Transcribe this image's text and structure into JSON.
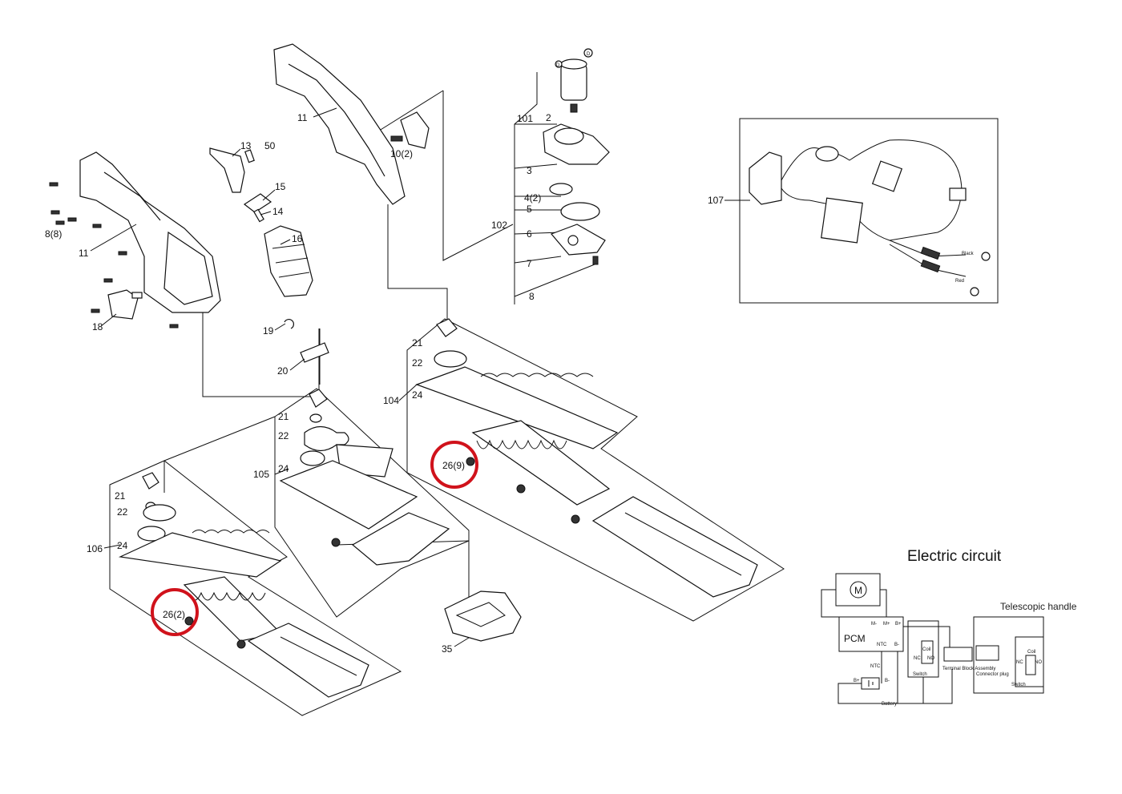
{
  "labels": {
    "p8": "8(8)",
    "p11a": "11",
    "p11b": "11",
    "p13": "13",
    "p50": "50",
    "p15": "15",
    "p14": "14",
    "p16": "16",
    "p10": "10(2)",
    "p18": "18",
    "p19": "19",
    "p20": "20",
    "pD1": "D",
    "pD2": "D",
    "p101": "101",
    "p2": "2",
    "p3": "3",
    "p4": "4(2)",
    "p5": "5",
    "p102": "102",
    "p6": "6",
    "p7": "7",
    "p8b": "8",
    "p107": "107",
    "p21a": "21",
    "p22a": "22",
    "p24a": "24",
    "p104": "104",
    "p26a": "26(9)",
    "p21b": "21",
    "p22b": "22",
    "p24b": "24",
    "p105": "105",
    "p21c": "21",
    "p22c": "22",
    "p24c": "24",
    "p106": "106",
    "p26b": "26(2)",
    "p35": "35"
  },
  "wire_labels": {
    "black": "Black",
    "red": "Red"
  },
  "circuit": {
    "title": "Electric circuit",
    "subtitle": "Telescopic handle",
    "motor": "M",
    "pcm": "PCM",
    "pins_top": [
      "M-",
      "M+",
      "B+"
    ],
    "pins_bottom": [
      "NTC",
      "B-"
    ],
    "ntc": "NTC",
    "coil": "Coil",
    "nc": "NC",
    "no": "NO",
    "switch": "Switch",
    "terminal_block": "Terminal Block Assembly",
    "connector_plug": "Connector plug",
    "battery": "Battery",
    "b_plus": "B+",
    "b_minus": "B-"
  },
  "highlight_color": "#d0121b"
}
